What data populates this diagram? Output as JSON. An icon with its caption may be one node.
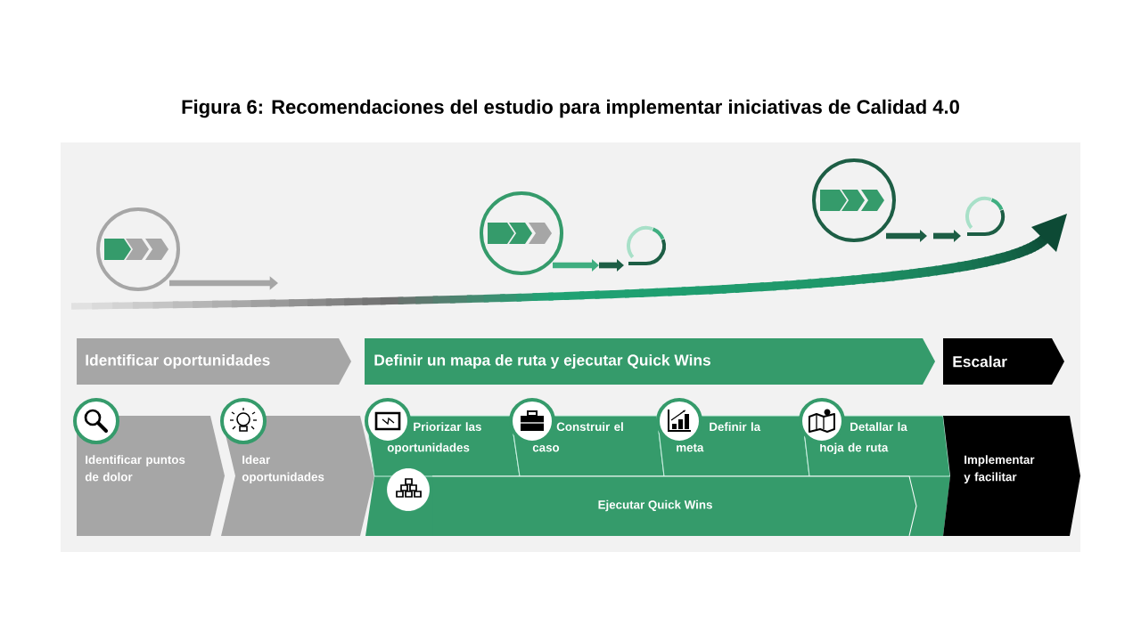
{
  "diagram": {
    "title": "Figura 6: Recomendaciones del estudio para implementar iniciativas de Calidad 4.0",
    "nodes": [
      {
        "text": [
          "Identificar oportunidades"
        ]
      },
      {
        "text": [
          "Definir un mapa de ruta y ejecutar Quick Wins"
        ]
      },
      {
        "text": [
          "Escalar"
        ]
      },
      {
        "text": [
          "Identificar puntos de dolor"
        ]
      },
      {
        "text": [
          "Idear oportunidades"
        ]
      },
      {
        "text": [
          "Priorizar las oportunidades"
        ]
      },
      {
        "text": [
          "Construir el caso"
        ]
      },
      {
        "text": [
          "Definir la meta"
        ]
      },
      {
        "text": [
          "Detallar la hoja de ruta"
        ]
      },
      {
        "text": [
          "Ejecutar Quick Wins"
        ]
      },
      {
        "text": [
          "Implementar y facilitar"
        ]
      }
    ]
  }
}
